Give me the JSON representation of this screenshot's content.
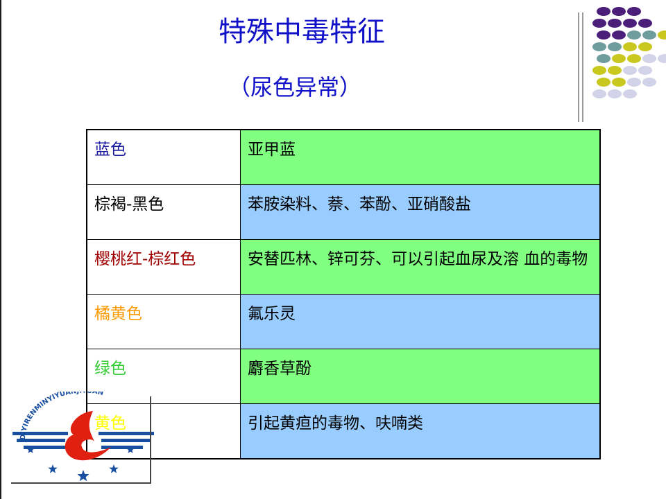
{
  "slide": {
    "title": "特殊中毒特征",
    "subtitle": "（尿色异常）"
  },
  "table": {
    "rows": [
      {
        "color_name": "蓝色",
        "color_text": "#1a1a9e",
        "description": "亚甲蓝",
        "fill": "#80ff80"
      },
      {
        "color_name": "棕褐-黑色",
        "color_text": "#000000",
        "description": "苯胺染料、萘、苯酚、亚硝酸盐",
        "fill": "#99ccff"
      },
      {
        "color_name": "樱桃红-棕红色",
        "color_text": "#a00000",
        "description": "安替匹林、锌可芬、可以引起血尿及溶 血的毒物",
        "fill": "#80ff80"
      },
      {
        "color_name": "橘黄色",
        "color_text": "#ff9900",
        "description": "氟乐灵",
        "fill": "#99ccff"
      },
      {
        "color_name": "绿色",
        "color_text": "#33cc33",
        "description": "麝香草酚",
        "fill": "#80ff80"
      },
      {
        "color_name": "黄色",
        "color_text": "#ffff00",
        "description": "引起黄疸的毒物、呋喃类",
        "fill": "#99ccff"
      }
    ]
  },
  "logo": {
    "arc_text": "DIYIRENMINYIYUANJITUAN",
    "colors": {
      "blue": "#1a4fa0",
      "red": "#e02010"
    }
  },
  "decor": {
    "dot_colors": {
      "purple": "#4b1e7a",
      "teal": "#6f9c9c",
      "yellow": "#c8c81e",
      "lavender": "#d2d2e8"
    }
  }
}
